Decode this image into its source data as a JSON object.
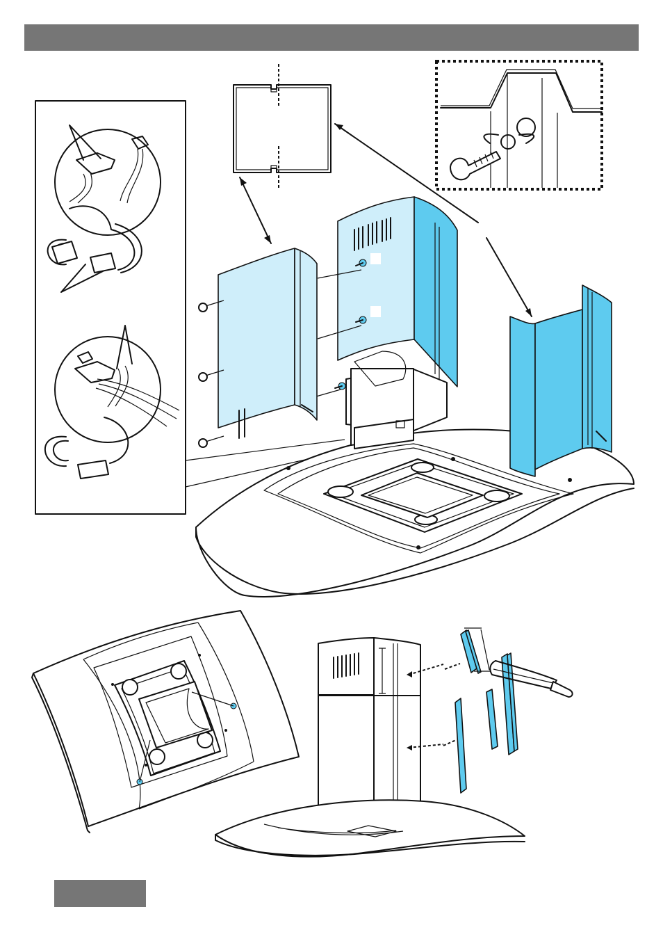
{
  "header": {
    "title": ""
  },
  "footer": {
    "page_label": ""
  },
  "colors": {
    "header_bar": "#767676",
    "panel_light_blue": "#cfeefa",
    "panel_blue": "#5ecbef",
    "line": "#111111"
  },
  "figures": [
    {
      "id": "wiring-connector-detail",
      "description_icon": "connector-detail-icon"
    },
    {
      "id": "chimney-section-top-view",
      "description_icon": "section-view-icon"
    },
    {
      "id": "screw-slot-detail",
      "description_icon": "screw-detail-icon"
    },
    {
      "id": "chimney-assembly",
      "description_icon": "chimney-assembly-icon"
    },
    {
      "id": "canopy-underside",
      "description_icon": "canopy-icon"
    },
    {
      "id": "trim-cutting",
      "description_icon": "hacksaw-icon"
    }
  ]
}
